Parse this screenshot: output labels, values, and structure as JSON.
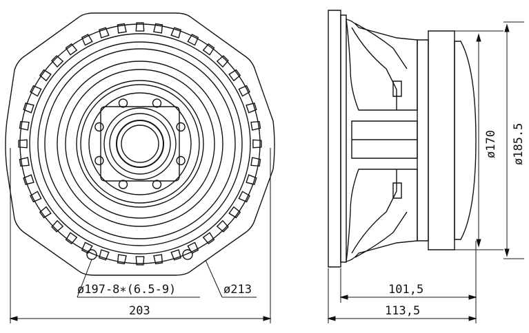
{
  "figure": {
    "labels": {
      "mount_holes": "ø197-8∗(6.5-9)",
      "outer_diameter": "ø213",
      "overall_width": "203",
      "basket_depth": "101,5",
      "overall_depth": "113,5",
      "magnet_diameter": "ø170",
      "motor_diameter": "ø185.5"
    }
  }
}
